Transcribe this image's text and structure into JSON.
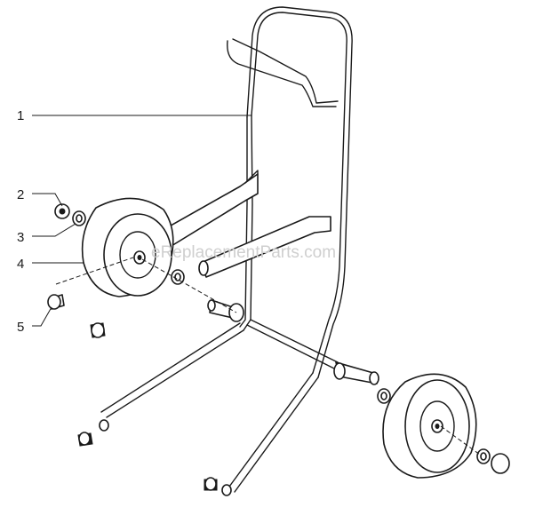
{
  "callouts": [
    {
      "id": "1",
      "label": "1"
    },
    {
      "id": "2",
      "label": "2"
    },
    {
      "id": "3",
      "label": "3"
    },
    {
      "id": "4",
      "label": "4"
    },
    {
      "id": "5",
      "label": "5"
    }
  ],
  "watermark": "eReplacementParts.com"
}
